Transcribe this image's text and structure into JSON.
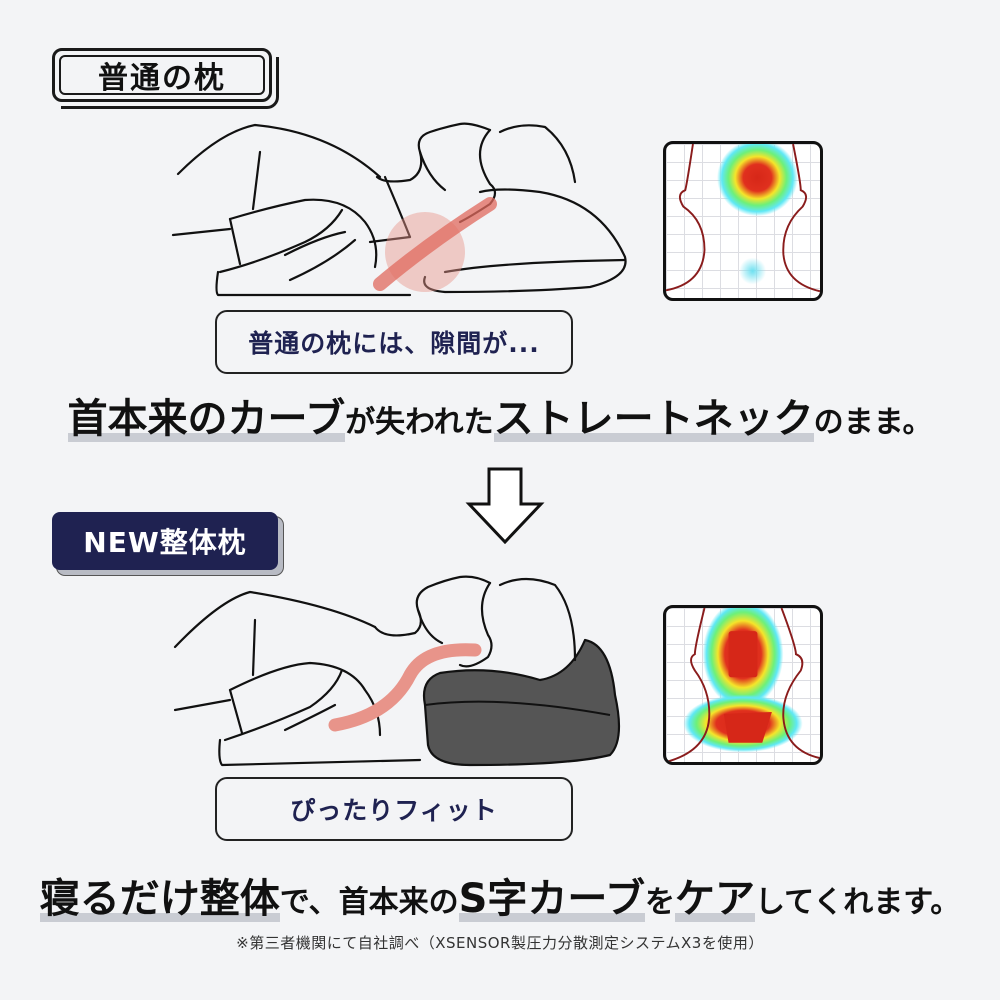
{
  "section_normal": {
    "tag_label": "普通の枕",
    "callout": "普通の枕には、隙間が...",
    "heatmap": {
      "name": "pressure-map-normal-pillow",
      "hotspots": [
        {
          "region": "back-of-head",
          "intensity": "high",
          "color": "#e0301e"
        },
        {
          "region": "neck",
          "intensity": "low",
          "color": "#4fe3f0"
        }
      ]
    }
  },
  "headline_1": {
    "part1": "首本来のカーブ",
    "part2": "が失われた",
    "part3": "ストレートネック",
    "part4": "のまま。"
  },
  "arrow": {
    "icon": "down-arrow-icon"
  },
  "section_new": {
    "tag_label": "NEW整体枕",
    "callout": "ぴったりフィット",
    "heatmap": {
      "name": "pressure-map-new-pillow",
      "hotspots": [
        {
          "region": "back-of-head",
          "intensity": "high",
          "color": "#e0301e"
        },
        {
          "region": "neck",
          "intensity": "high",
          "color": "#e0301e"
        }
      ]
    }
  },
  "headline_2": {
    "part1": "寝るだけ整体",
    "part2": "で、首本来の",
    "part3": "S字カーブ",
    "part4": "を",
    "part5": "ケア",
    "part6": "してくれます。"
  },
  "footnote": "※第三者機関にて自社調べ（XSENSOR製圧力分散測定システムX3を使用）",
  "colors": {
    "background": "#f3f4f6",
    "navy": "#1f2251",
    "highlight": "#c9ccd3",
    "spine_curve": "#e8948a",
    "pillow_dark": "#555555"
  }
}
